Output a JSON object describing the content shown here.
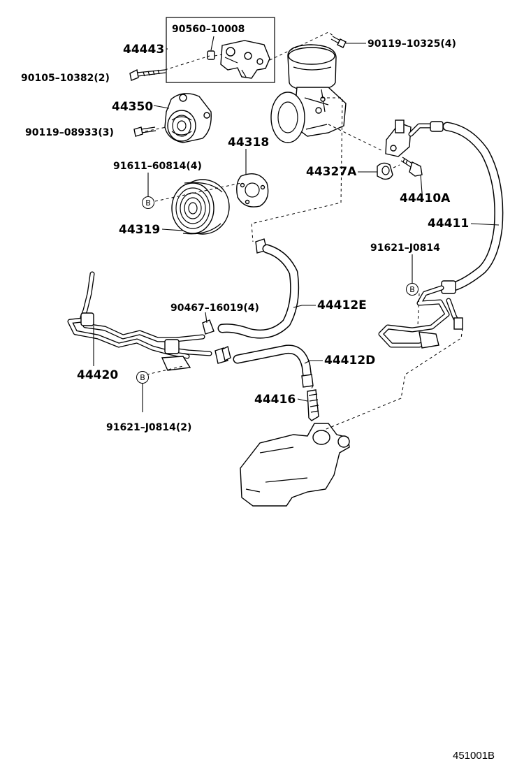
{
  "labels": {
    "p90560": "90560–10008",
    "p44443": "44443",
    "p90119_10325": "90119–10325(4)",
    "p90105": "90105–10382(2)",
    "p44350": "44350",
    "p90119_08933": "90119–08933(3)",
    "p44318": "44318",
    "p91611": "91611–60814(4)",
    "p44327A": "44327A",
    "p44410A": "44410A",
    "p44319": "44319",
    "p44411": "44411",
    "p91621_right": "91621–J0814",
    "p90467": "90467–16019(4)",
    "p44412E": "44412E",
    "p44412D": "44412D",
    "p44420": "44420",
    "p44416": "44416",
    "p91621_left": "91621–J0814(2)",
    "ref_code": "451001B"
  },
  "markers": {
    "b": "B"
  }
}
